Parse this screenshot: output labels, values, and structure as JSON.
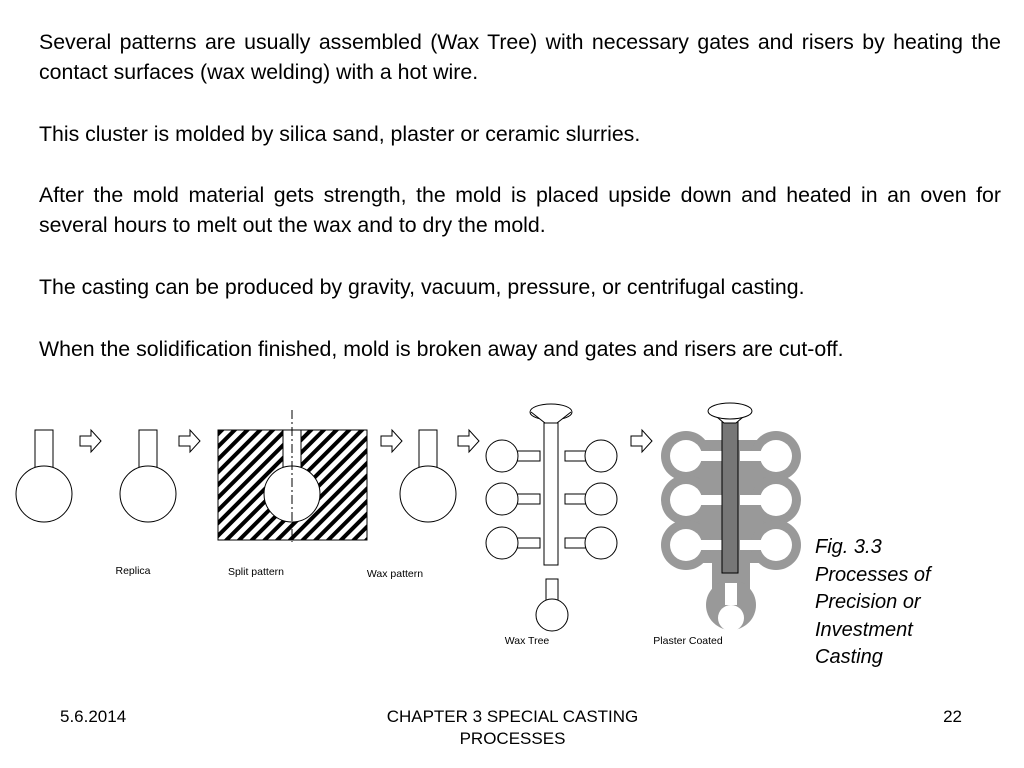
{
  "paragraphs": [
    "Several patterns are usually assembled (Wax Tree) with necessary gates and risers by heating the contact surfaces (wax welding) with a hot wire.",
    "This cluster is molded by silica sand, plaster or ceramic slurries.",
    "After the mold material gets strength, the mold is placed upside down and heated in an oven for several hours to melt out the wax and to dry the mold.",
    "The casting can be produced by gravity, vacuum, pressure, or centrifugal casting.",
    "When the solidification finished, mold is broken away and gates and risers are cut-off."
  ],
  "figure": {
    "labels": {
      "replica": "Replica",
      "split_pattern": "Split pattern",
      "wax_pattern": "Wax pattern",
      "wax_tree": "Wax Tree",
      "plaster_coated": "Plaster Coated"
    },
    "caption": {
      "line1": "Fig. 3.3",
      "line2": "Processes of",
      "line3": "Precision or",
      "line4": "Investment",
      "line5": "Casting"
    }
  },
  "footer": {
    "date": "5.6.2014",
    "title_line1": "CHAPTER 3 SPECIAL CASTING",
    "title_line2": "PROCESSES",
    "page_number": "22"
  }
}
